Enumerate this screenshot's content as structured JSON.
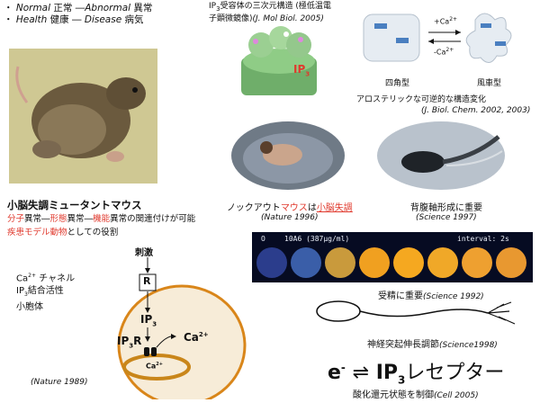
{
  "legend": {
    "row1": {
      "bullet": "・",
      "a": "Normal",
      "b": "正常",
      "c": "―Abnormal",
      "d": "異常"
    },
    "row2": {
      "bullet": "・",
      "a": "Health",
      "b": "健康",
      "c": "―",
      "d": "Disease",
      "e": "病気"
    }
  },
  "ip3_structure": {
    "title_a": "IP",
    "title_sub": "3",
    "title_b": "受容体の三次元構造 (極低温電",
    "title_c": "子顕微鏡像)",
    "journal": "(J. Mol Biol. 2005)",
    "model_label": "IP",
    "model_sub": "3"
  },
  "conform": {
    "ca_plus": "+Ca",
    "ca_plus_sup": "2+",
    "ca_minus": "-Ca",
    "ca_minus_sup": "2+",
    "square": "四角型",
    "windmill": "風車型",
    "title": "アロステリックな可逆的な構造変化",
    "journal": "(J. Biol. Chem. 2002,  2003)"
  },
  "mouse": {
    "title": "小脳失調ミュータントマウス",
    "line1_p1": "分子",
    "line1_p2": "異常",
    "line1_p3": "―",
    "line1_p4": "形態",
    "line1_p5": "異常",
    "line1_p6": "―",
    "line1_p7": "機能",
    "line1_p8": "異常の関連付けが可能",
    "line2_p1": "疾患モデル動物",
    "line2_p2": "としての役割"
  },
  "knockout": {
    "p1": "ノックアウト",
    "p2": "マウス",
    "p3": "は",
    "p4": "小脳失調",
    "journal": "(Nature 1996)"
  },
  "dorsal": {
    "title": "背腹軸形成に重要",
    "journal": "(Science 1997)"
  },
  "calcium": {
    "label": "10A6  (387μg/ml)",
    "interval": "interval: 2s",
    "circle_marker": "O",
    "caption": "受精に重要",
    "journal": "(Science 1992)",
    "circles": [
      "#2b3d8c",
      "#3a5ea8",
      "#c99a3c",
      "#f0a020",
      "#f5a820",
      "#f0a828",
      "#eea030",
      "#e89830"
    ]
  },
  "cell": {
    "stimulus": "刺激",
    "receptor": "R",
    "ip3": "IP",
    "ip3_sub": "3",
    "ip3r": "IP",
    "ip3r_sub": "3",
    "ip3r_r": "R",
    "ca": "Ca",
    "ca_sup": "2+",
    "inner_ca": "Ca",
    "inner_ca_sup": "2+",
    "side1_a": "Ca",
    "side1_sup": "2+",
    "side1_b": " チャネル",
    "side2_a": "IP",
    "side2_sub": "3",
    "side2_b": "結合活性",
    "side3": "小胞体",
    "journal": "(Nature 1989)"
  },
  "neuron": {
    "caption": "神経突起伸長調節",
    "journal": "(Science1998)"
  },
  "redox": {
    "e": "e",
    "e_sup": "-",
    "arrows": "⇌",
    "ip3": "IP",
    "ip3_sub": "3",
    "receptor": "レセプター",
    "caption": "酸化還元状態を制御",
    "journal": "(Cell 2005)"
  },
  "colors": {
    "red": "#e0392d",
    "cell_fill": "#f7ecd8",
    "cell_border": "#d9861a",
    "er": "#c9861a"
  }
}
